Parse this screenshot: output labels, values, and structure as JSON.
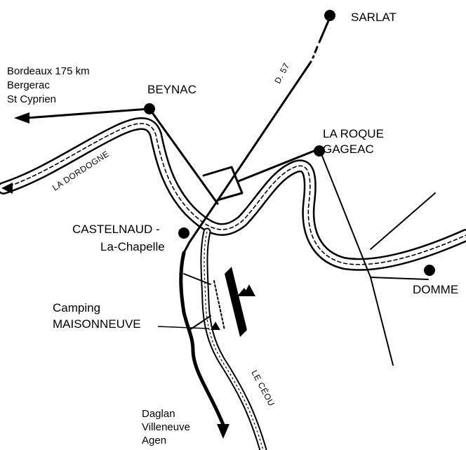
{
  "towns": {
    "sarlat": "SARLAT",
    "beynac": "BEYNAC",
    "laroque_line1": "LA ROQUE",
    "laroque_line2": "GAGEAC",
    "castelnaud_line1": "CASTELNAUD -",
    "castelnaud_line2": "La-Chapelle",
    "domme": "DOMME"
  },
  "destinations_west": [
    "Bordeaux 175 km",
    "Bergerac",
    "St Cyprien"
  ],
  "destinations_south": [
    "Daglan",
    "Villeneuve",
    "Agen"
  ],
  "road_label": "D. 57",
  "rivers": {
    "dordogne": "LA DORDOGNE",
    "ceou": "LE CÉOU"
  },
  "camping": {
    "line1": "Camping",
    "line2": "MAISONNEUVE"
  },
  "icons": [
    "town-dot",
    "arrow-head",
    "tent-icon"
  ]
}
